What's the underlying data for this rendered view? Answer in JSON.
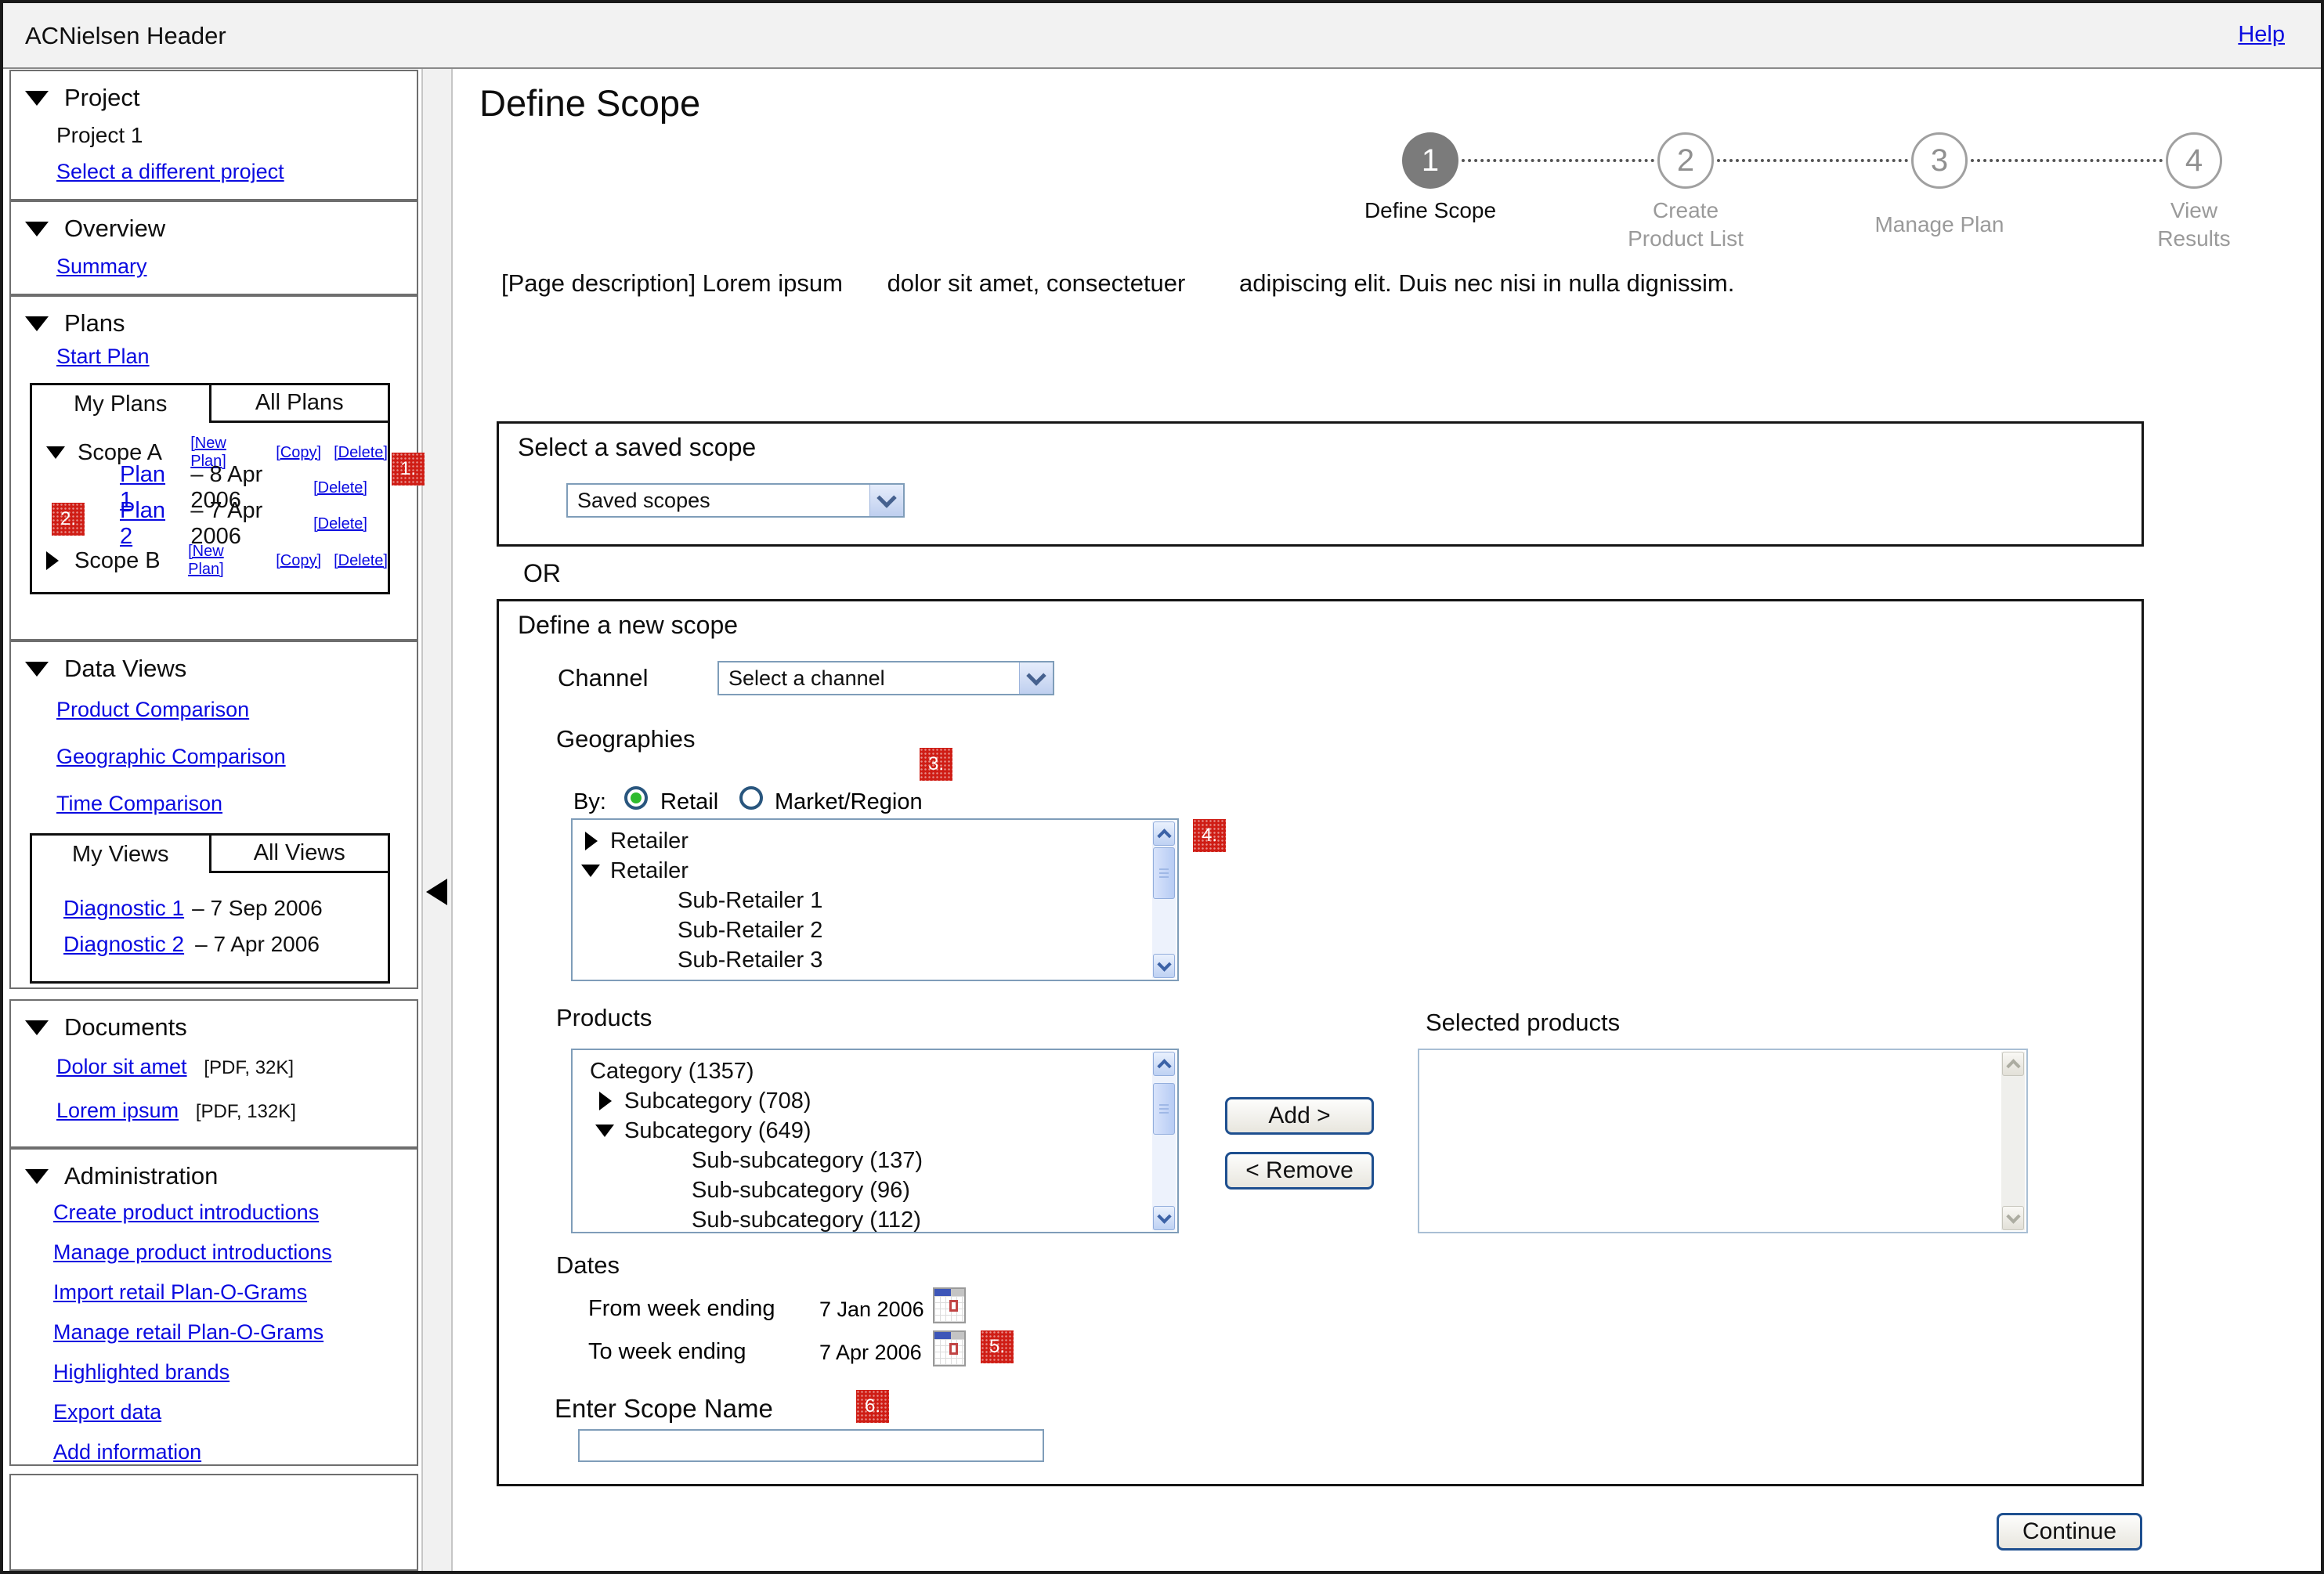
{
  "header": {
    "title": "ACNielsen Header",
    "help_link": "Help"
  },
  "markers": {
    "m1": "1.",
    "m2": "2.",
    "m3": "3.",
    "m4": "4.",
    "m5": "5.",
    "m6": "6."
  },
  "sidebar": {
    "project": {
      "header": "Project",
      "current": "Project 1",
      "link": "Select a different project"
    },
    "overview": {
      "header": "Overview",
      "link": "Summary"
    },
    "plans": {
      "header": "Plans",
      "start_link": "Start Plan",
      "tabs": {
        "active": "My Plans",
        "inactive": "All Plans"
      },
      "scope_a": {
        "label": "Scope A",
        "links": [
          "[New Plan]",
          "[Copy]",
          "[Delete]"
        ]
      },
      "plan1": {
        "label": "Plan 1",
        "date": "– 8 Apr 2006",
        "delete": "[Delete]"
      },
      "plan2": {
        "label": "Plan 2",
        "date": "– 7 Apr 2006",
        "delete": "[Delete]"
      },
      "scope_b": {
        "label": "Scope B",
        "links": [
          "[New Plan]",
          "[Copy]",
          "[Delete]"
        ]
      }
    },
    "data_views": {
      "header": "Data Views",
      "links": [
        "Product Comparison",
        "Geographic Comparison",
        "Time Comparison"
      ],
      "tabs": {
        "active": "My Views",
        "inactive": "All Views"
      },
      "diagnostic1": {
        "label": "Diagnostic 1",
        "date": "– 7 Sep 2006"
      },
      "diagnostic2": {
        "label": "Diagnostic 2",
        "date": "– 7 Apr 2006"
      }
    },
    "documents": {
      "header": "Documents",
      "doc1": {
        "label": "Dolor sit amet",
        "meta": "[PDF, 32K]"
      },
      "doc2": {
        "label": "Lorem ipsum",
        "meta": "[PDF, 132K]"
      }
    },
    "administration": {
      "header": "Administration",
      "links": [
        "Create product introductions",
        "Manage product introductions",
        "Import retail Plan-O-Grams",
        "Manage retail Plan-O-Grams",
        "Highlighted brands",
        "Export data",
        "Add information"
      ]
    }
  },
  "main": {
    "title": "Define Scope",
    "wizard": {
      "steps": [
        {
          "num": "1",
          "line1": "Define Scope",
          "line2": ""
        },
        {
          "num": "2",
          "line1": "Create",
          "line2": "Product List"
        },
        {
          "num": "3",
          "line1": "Manage Plan",
          "line2": ""
        },
        {
          "num": "4",
          "line1": "View",
          "line2": "Results"
        }
      ]
    },
    "description": {
      "part1": "[Page description] Lorem ipsum",
      "part2": "dolor sit amet, consectetuer",
      "part3": "adipiscing elit. Duis nec nisi in nulla dignissim."
    },
    "saved_scope": {
      "title": "Select a saved scope",
      "dropdown_value": "Saved scopes"
    },
    "or_label": "OR",
    "new_scope": {
      "title": "Define a new scope",
      "channel_label": "Channel",
      "channel_dropdown_value": "Select a channel",
      "geographies": {
        "title": "Geographies",
        "by_label": "By:",
        "radio_retail": "Retail",
        "radio_market": "Market/Region",
        "tree": [
          {
            "label": "Retailer"
          },
          {
            "label": "Retailer"
          },
          {
            "label": "Sub-Retailer 1"
          },
          {
            "label": "Sub-Retailer 2"
          },
          {
            "label": "Sub-Retailer 3"
          }
        ]
      },
      "products": {
        "title": "Products",
        "tree": [
          {
            "label": "Category (1357)"
          },
          {
            "label": "Subcategory (708)"
          },
          {
            "label": "Subcategory (649)"
          },
          {
            "label": "Sub-subcategory (137)"
          },
          {
            "label": "Sub-subcategory (96)"
          },
          {
            "label": "Sub-subcategory (112)"
          }
        ]
      },
      "add_button": "Add >",
      "remove_button": "< Remove",
      "selected_products_label": "Selected products",
      "dates": {
        "title": "Dates",
        "from_label": "From week ending",
        "from_value": "7 Jan 2006",
        "to_label": "To week ending",
        "to_value": "7 Apr 2006"
      },
      "scope_name_label": "Enter Scope Name"
    },
    "continue_button": "Continue"
  }
}
